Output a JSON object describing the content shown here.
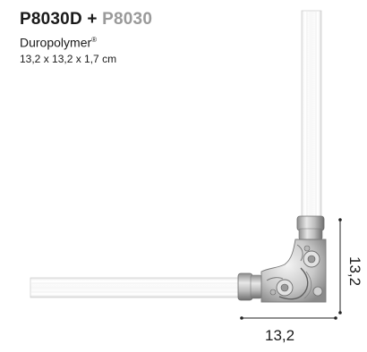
{
  "product": {
    "code": "P8030D",
    "plus": "+",
    "related_code": "P8030",
    "material_name": "Duropolymer",
    "material_mark": "®",
    "dimensions": "13,2 x 13,2 x 1,7 cm"
  },
  "dimension_labels": {
    "width": "13,2",
    "height": "13,2"
  }
}
